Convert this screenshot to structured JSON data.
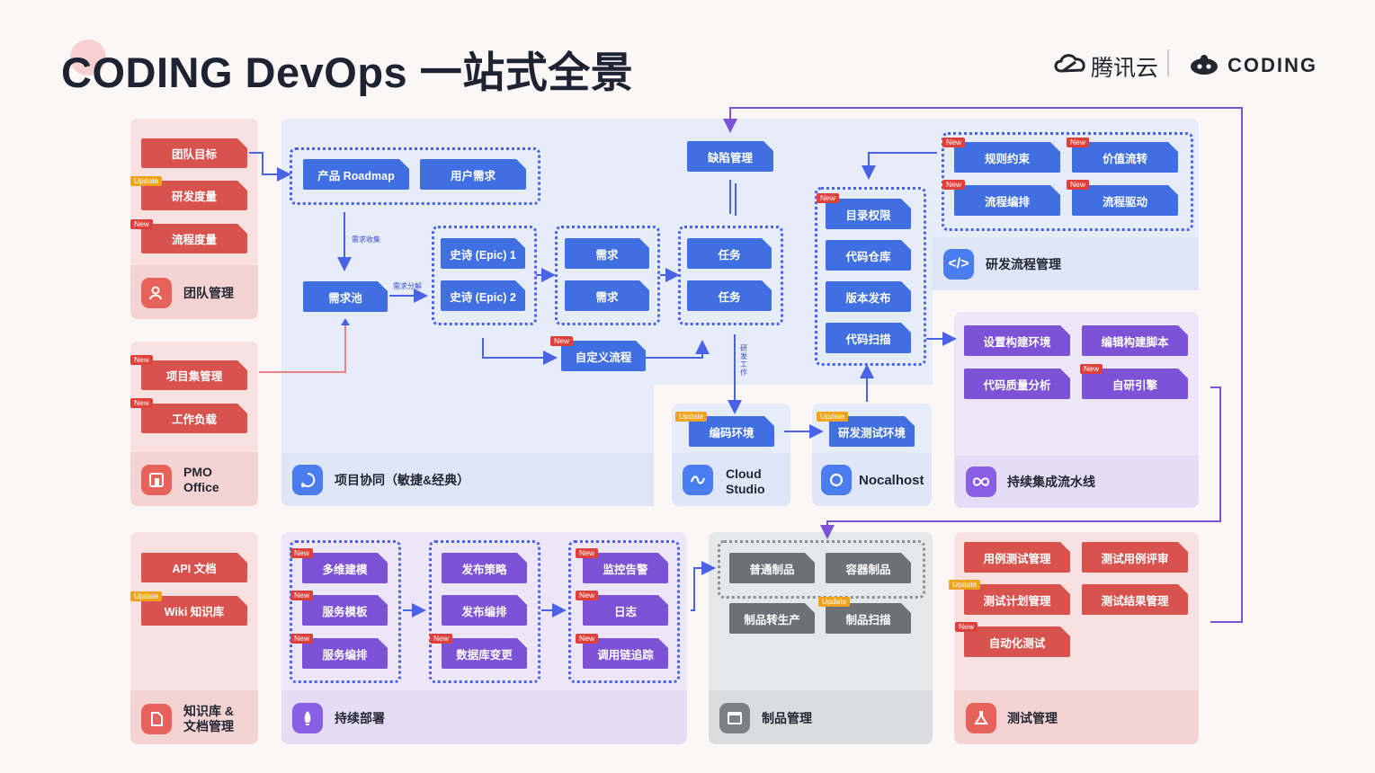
{
  "title": "CODING DevOps 一站式全景",
  "logos": {
    "tencent": "腾讯云",
    "coding": "CODING"
  },
  "team": {
    "items": [
      "团队目标",
      "研发度量",
      "流程度量"
    ],
    "footer": "团队管理"
  },
  "pmo": {
    "items": [
      "项目集管理",
      "工作负载"
    ],
    "footer_line1": "PMO",
    "footer_line2": "Office"
  },
  "project": {
    "roadmap": "产品 Roadmap",
    "user_req": "用户需求",
    "pool": "需求池",
    "epic1": "史诗 (Epic) 1",
    "epic2": "史诗 (Epic) 2",
    "req1": "需求",
    "req2": "需求",
    "task1": "任务",
    "task2": "任务",
    "custom_flow": "自定义流程",
    "defect": "缺陷管理",
    "label_collect": "需求收集",
    "label_split": "需求分解",
    "label_work": "研发工作",
    "footer": "项目协同（敏捷&经典）"
  },
  "code": {
    "items": [
      "目录权限",
      "代码仓库",
      "版本发布",
      "代码扫描"
    ]
  },
  "devflow": {
    "items": [
      "规则约束",
      "价值流转",
      "流程编排",
      "流程驱动"
    ],
    "footer": "研发流程管理"
  },
  "cloud": {
    "item": "编码环境",
    "footer_line1": "Cloud",
    "footer_line2": "Studio"
  },
  "nocal": {
    "item": "研发测试环境",
    "footer": "Nocalhost"
  },
  "ci": {
    "items": [
      "设置构建环境",
      "编辑构建脚本",
      "代码质量分析",
      "自研引擎"
    ],
    "footer": "持续集成流水线"
  },
  "kb": {
    "items": [
      "API 文档",
      "Wiki 知识库"
    ],
    "footer_line1": "知识库 &",
    "footer_line2": "文档管理"
  },
  "cd": {
    "col1": [
      "多维建模",
      "服务模板",
      "服务编排"
    ],
    "col2": [
      "发布策略",
      "发布编排",
      "数据库变更"
    ],
    "col3": [
      "监控告警",
      "日志",
      "调用链追踪"
    ],
    "footer": "持续部署"
  },
  "artifact": {
    "items": [
      "普通制品",
      "容器制品",
      "制品转生产",
      "制品扫描"
    ],
    "footer": "制品管理"
  },
  "test": {
    "items": [
      "用例测试管理",
      "测试用例评审",
      "测试计划管理",
      "测试结果管理",
      "自动化测试"
    ],
    "footer": "测试管理"
  },
  "tags": {
    "new": "New",
    "update": "Update"
  },
  "colors": {
    "red": "#d8534e",
    "blue": "#3f6fe0",
    "purple": "#7d52d6",
    "gray": "#6c7178",
    "dash": "#4a63e6"
  }
}
